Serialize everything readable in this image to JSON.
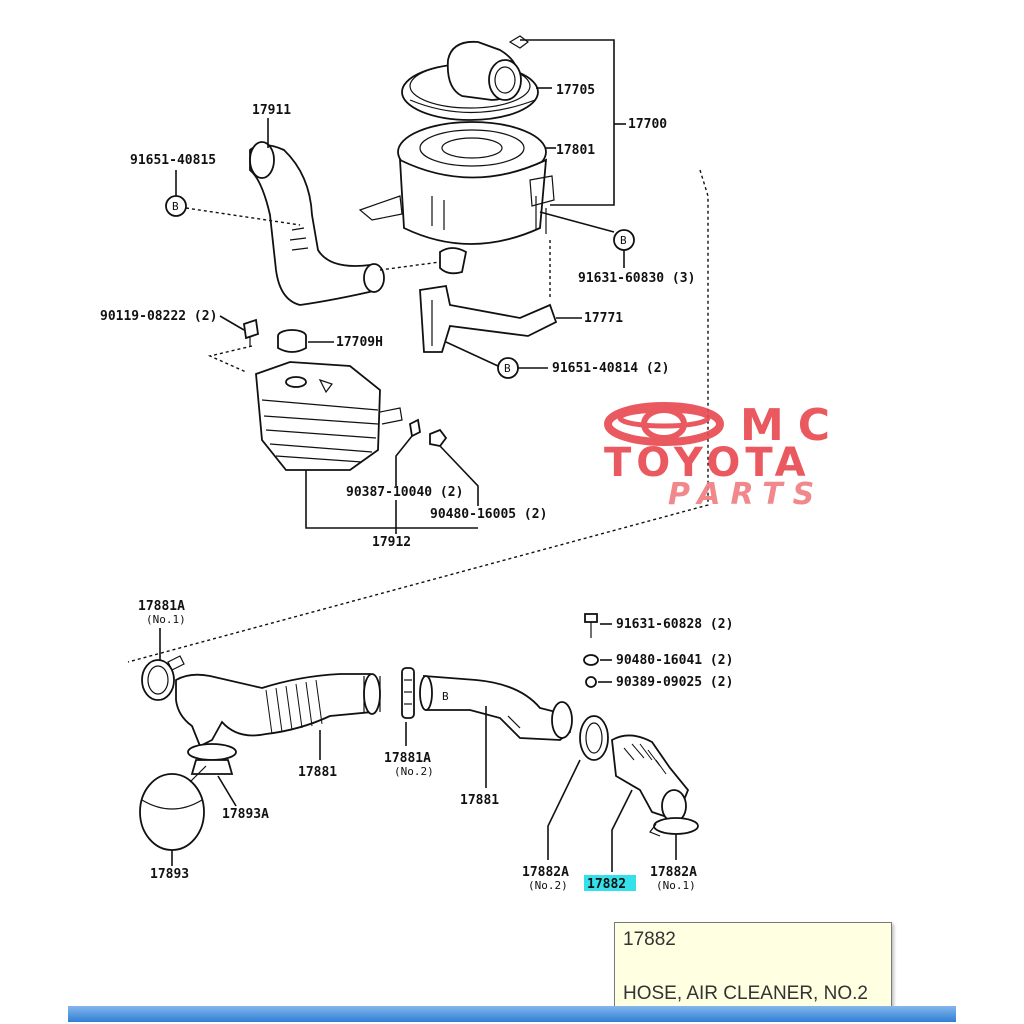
{
  "diagram": {
    "callouts": {
      "p17911": "17911",
      "p17705": "17705",
      "p17700": "17700",
      "p17801": "17801",
      "p9165140815": "91651-40815",
      "p9163160830": "91631-60830 (3)",
      "p9011908222": "90119-08222 (2)",
      "p17709h": "17709H",
      "p17771": "17771",
      "p9165140814": "91651-40814 (2)",
      "p9038710040": "90387-10040 (2)",
      "p9048016005": "90480-16005 (2)",
      "p17912": "17912",
      "p17881a_top": "17881A",
      "p17881a_top_sub": "(No.1)",
      "p9163160828": "91631-60828 (2)",
      "p9048016041": "90480-16041 (2)",
      "p9038909025": "90389-09025 (2)",
      "p17881_left": "17881",
      "p17881a_mid": "17881A",
      "p17881a_mid_sub": "(No.2)",
      "p17881_right": "17881",
      "p17893a": "17893A",
      "p17893": "17893",
      "p17882a_left": "17882A",
      "p17882a_left_sub": "(No.2)",
      "p17882": "17882",
      "p17882a_right": "17882A",
      "p17882a_right_sub": "(No.1)",
      "bolt_mark": "B"
    },
    "watermark": {
      "line1": "MC",
      "line2": "TOYOTA",
      "line3": "PARTS"
    }
  },
  "tooltip": {
    "part_number": "17882",
    "description": "HOSE, AIR CLEANER, NO.2"
  },
  "colors": {
    "highlight": "#34e0ea",
    "logo_red": "#e8484e",
    "tooltip_bg": "#ffffe1"
  }
}
